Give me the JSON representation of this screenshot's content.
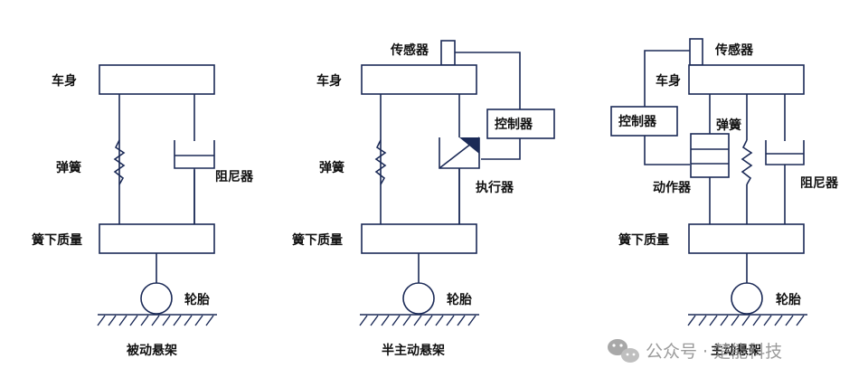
{
  "diagrams": [
    {
      "caption": "被动悬架",
      "labels": {
        "body": "车身",
        "spring": "弹簧",
        "damper": "阻尼器",
        "unsprung": "簧下质量",
        "tire": "轮胎"
      }
    },
    {
      "caption": "半主动悬架",
      "labels": {
        "sensor": "传感器",
        "body": "车身",
        "controller": "控制器",
        "spring": "弹簧",
        "actuator": "执行器",
        "unsprung": "簧下质量",
        "tire": "轮胎"
      }
    },
    {
      "caption": "主动悬架",
      "labels": {
        "sensor": "传感器",
        "body": "车身",
        "controller": "控制器",
        "spring": "弹簧",
        "actuator": "动作器",
        "damper": "阻尼器",
        "unsprung": "簧下质量",
        "tire": "轮胎"
      }
    }
  ],
  "watermark": {
    "text": "公众号 · 楚能科技",
    "icon": "wechat-icon"
  },
  "colors": {
    "line": "#1b2a57",
    "text": "#111111",
    "watermark": "#8a8a8a"
  }
}
